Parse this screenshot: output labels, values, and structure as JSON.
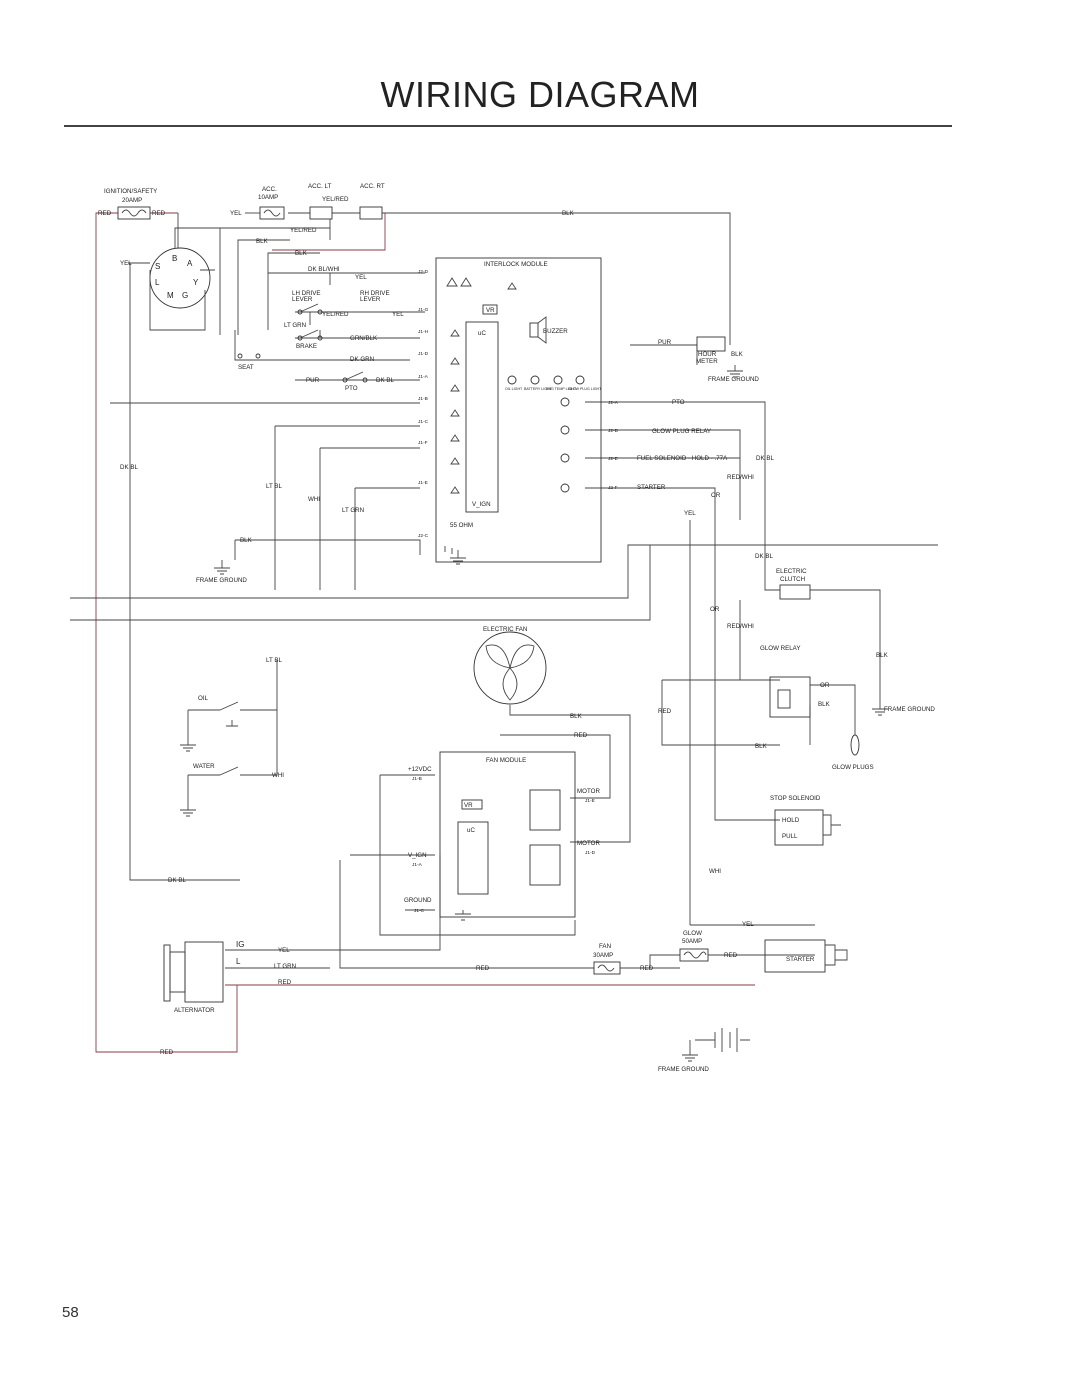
{
  "title": "WIRING DIAGRAM",
  "page_number": "58",
  "labels": {
    "ignition_safety": "IGNITION/SAFETY",
    "amp20": "20AMP",
    "acc": "ACC.",
    "amp10": "10AMP",
    "acc_lt": "ACC. LT",
    "acc_rt": "ACC. RT",
    "red": "RED",
    "yel": "YEL",
    "yel_red": "YEL/RED",
    "blk": "BLK",
    "dk_bl_whi": "DK BL/WHI",
    "lh_drive": "LH DRIVE",
    "rh_drive": "RH DRIVE",
    "lever": "LEVER",
    "lt_grn": "LT GRN",
    "grn_blk": "GRN/BLK",
    "brake": "BRAKE",
    "dk_grn": "DK GRN",
    "seat": "SEAT",
    "pur": "PUR",
    "pto": "PTO",
    "dk_bl": "DK BL",
    "lt_bl": "LT BL",
    "whi": "WHI",
    "frame_ground": "FRAME GROUND",
    "interlock_module": "INTERLOCK MODULE",
    "vr": "VR",
    "uc": "uC",
    "buzzer": "BUZZER",
    "oil_light": "OIL LIGHT",
    "battery_light": "BATTERY LIGHT",
    "eng_temp_light": "ENG TEMP LIGHT",
    "glow_plug_light": "GLOW PLUG LIGHT",
    "v_ign": "V_IGN",
    "ohm55": "55 OHM",
    "hour": "HOUR",
    "meter": "METER",
    "glow_plug_relay": "GLOW PLUG RELAY",
    "fuel_solenoid": "FUEL SOLENOID - HOLD - .77A",
    "starter": "STARTER",
    "red_whi": "RED/WHI",
    "or": "OR",
    "electric": "ELECTRIC",
    "clutch": "CLUTCH",
    "electric_fan": "ELECTRIC FAN",
    "glow_relay": "GLOW RELAY",
    "glow_plugs": "GLOW PLUGS",
    "oil": "OIL",
    "water": "WATER",
    "fan_module": "FAN MODULE",
    "v12": "+12VDC",
    "motor": "MOTOR",
    "ground": "GROUND",
    "stop_solenoid": "STOP SOLENOID",
    "hold": "HOLD",
    "pull": "PULL",
    "glow": "GLOW",
    "amp50": "50AMP",
    "fan": "FAN",
    "amp30": "30AMP",
    "ig": "IG",
    "l": "L",
    "alternator": "ALTERNATOR",
    "sw_s": "S",
    "sw_b": "B",
    "sw_a": "A",
    "sw_l": "L",
    "sw_y": "Y",
    "sw_m": "M",
    "sw_g": "G",
    "j2d": "J2-D",
    "j1g": "J1-G",
    "j1h": "J1-H",
    "j1d": "J1-D",
    "j1a": "J1-A",
    "j1b": "J1-B",
    "j1c": "J1-C",
    "j1f": "J1-F",
    "j1e": "J1-E",
    "j2c": "J2-C",
    "j2a": "J2-A",
    "j2b": "J2-B",
    "j2e": "J2-E",
    "j2f": "J2-F",
    "fm_j1b": "J1-B",
    "fm_j1a": "J1-A",
    "fm_j1c": "J1-C",
    "fm_j1e": "J1-E",
    "fm_j1d": "J1-D"
  }
}
